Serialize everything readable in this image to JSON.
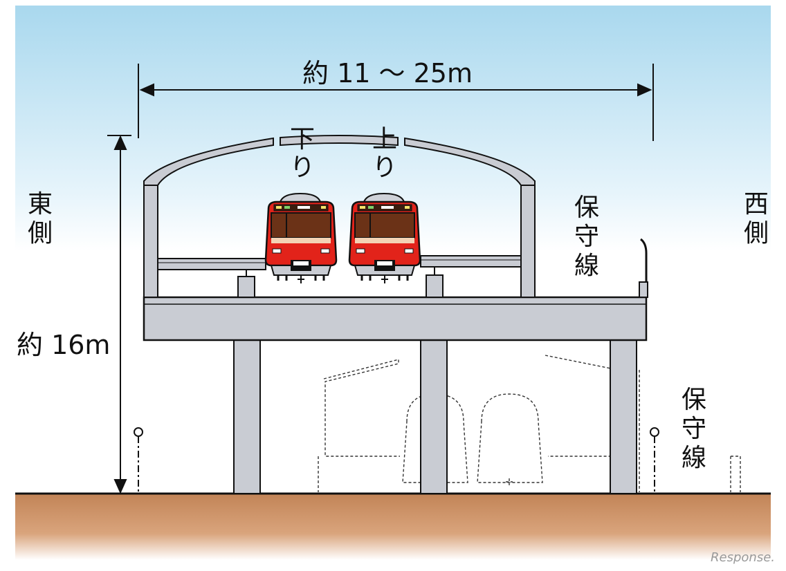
{
  "labels": {
    "width_dimension": "約 11 ～ 25m",
    "height_dimension": "約 16m",
    "east_side": [
      "東",
      "側"
    ],
    "west_side": [
      "西",
      "側"
    ],
    "down_track": [
      "下",
      "り"
    ],
    "up_track": [
      "上",
      "り"
    ],
    "maintenance_track_upper": [
      "保",
      "守",
      "線"
    ],
    "maintenance_track_lower": [
      "保",
      "守",
      "線"
    ]
  },
  "watermark": "Response.",
  "colors": {
    "sky_top": "#a9d8ee",
    "sky_bottom": "#ffffff",
    "ground": "#c98f62",
    "structure": "#c9ccd3",
    "train_red": "#e2231a",
    "outline": "#111111"
  }
}
